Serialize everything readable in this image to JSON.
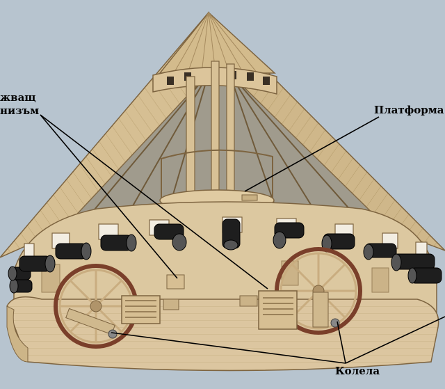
{
  "labels": {
    "mechanism_line1": "жващ",
    "mechanism_line2": "низъм",
    "platform": "Платформа",
    "wheels": "Колела"
  },
  "colors": {
    "background": "#b7c4cf",
    "wood_light": "#d9c39a",
    "wood_dark": "#a88a5c",
    "cannon": "#1e1e1e",
    "wheel_rim": "#7a3f2a"
  }
}
